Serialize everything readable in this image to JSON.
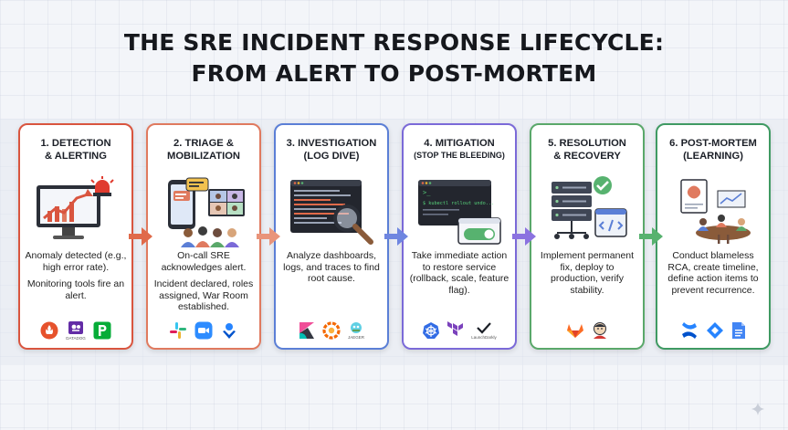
{
  "title": {
    "line1": "THE SRE INCIDENT RESPONSE LIFECYCLE:",
    "line2": "FROM ALERT TO POST-MORTEM"
  },
  "stages": [
    {
      "color": "#d9553f",
      "heading_line1": "1. DETECTION",
      "heading_line2": "& ALERTING",
      "desc1": "Anomaly detected (e.g., high error rate).",
      "desc2": "Monitoring tools fire an alert.",
      "tools": [
        {
          "icon": "prometheus-icon",
          "caption": ""
        },
        {
          "icon": "datadog-icon",
          "caption": "DATADOG"
        },
        {
          "icon": "pagerduty-icon",
          "caption": ""
        }
      ]
    },
    {
      "color": "#e07a5f",
      "heading_line1": "2. TRIAGE &",
      "heading_line2": "MOBILIZATION",
      "desc1": "On-call SRE acknowledges alert.",
      "desc2": "Incident declared, roles assigned, War Room established.",
      "tools": [
        {
          "icon": "slack-icon",
          "caption": ""
        },
        {
          "icon": "zoom-icon",
          "caption": ""
        },
        {
          "icon": "opsgenie-icon",
          "caption": ""
        }
      ]
    },
    {
      "color": "#5b7fd6",
      "heading_line1": "3. INVESTIGATION",
      "heading_line2": "(LOG DIVE)",
      "desc1": "Analyze dashboards, logs, and traces to find root cause.",
      "desc2": "",
      "tools": [
        {
          "icon": "kibana-icon",
          "caption": ""
        },
        {
          "icon": "grafana-icon",
          "caption": ""
        },
        {
          "icon": "jaeger-icon",
          "caption": "JAEGER"
        }
      ]
    },
    {
      "color": "#7b6ad8",
      "heading_line1": "4. MITIGATION",
      "heading_line2": "(STOP THE BLEEDING)",
      "desc1": "Take immediate action to restore service (rollback, scale, feature flag).",
      "desc2": "",
      "terminal_text": "$ kubectl rollout undo...",
      "tools": [
        {
          "icon": "kubernetes-icon",
          "caption": ""
        },
        {
          "icon": "terraform-icon",
          "caption": ""
        },
        {
          "icon": "launchdarkly-icon",
          "caption": "LaunchDarkly"
        }
      ]
    },
    {
      "color": "#5aa86a",
      "heading_line1": "5. RESOLUTION",
      "heading_line2": "& RECOVERY",
      "desc1": "Implement permanent fix, deploy to production, verify stability.",
      "desc2": "",
      "tools": [
        {
          "icon": "gitlab-icon",
          "caption": ""
        },
        {
          "icon": "jenkins-icon",
          "caption": ""
        }
      ]
    },
    {
      "color": "#3f9a63",
      "heading_line1": "6. POST-MORTEM",
      "heading_line2": "(LEARNING)",
      "desc1": "Conduct blameless RCA, create timeline, define action items to prevent recurrence.",
      "desc2": "",
      "tools": [
        {
          "icon": "confluence-icon",
          "caption": ""
        },
        {
          "icon": "jira-icon",
          "caption": ""
        },
        {
          "icon": "google-docs-icon",
          "caption": ""
        }
      ]
    }
  ],
  "arrow_colors": [
    "#e06a4a",
    "#e9947a",
    "#6f86e0",
    "#8b72e0",
    "#57b26f"
  ]
}
